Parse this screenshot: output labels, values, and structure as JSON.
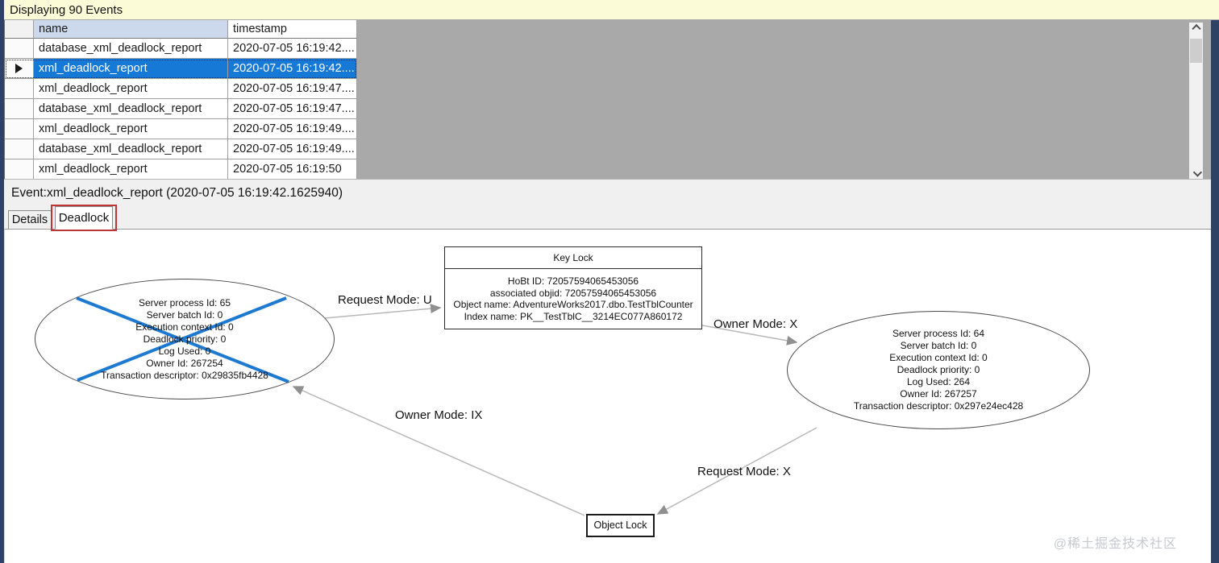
{
  "header": {
    "title": "Displaying 90 Events"
  },
  "table": {
    "columns": {
      "name": "name",
      "timestamp": "timestamp"
    },
    "rows": [
      {
        "name": "database_xml_deadlock_report",
        "timestamp": "2020-07-05 16:19:42...."
      },
      {
        "name": "xml_deadlock_report",
        "timestamp": "2020-07-05 16:19:42....",
        "selected": true
      },
      {
        "name": "xml_deadlock_report",
        "timestamp": "2020-07-05 16:19:47...."
      },
      {
        "name": "database_xml_deadlock_report",
        "timestamp": "2020-07-05 16:19:47...."
      },
      {
        "name": "xml_deadlock_report",
        "timestamp": "2020-07-05 16:19:49...."
      },
      {
        "name": "database_xml_deadlock_report",
        "timestamp": "2020-07-05 16:19:49...."
      },
      {
        "name": "xml_deadlock_report",
        "timestamp": "2020-07-05 16:19:50"
      }
    ]
  },
  "event_panel": {
    "title": "Event:xml_deadlock_report (2020-07-05 16:19:42.1625940)",
    "tabs": [
      {
        "label": "Details"
      },
      {
        "label": "Deadlock"
      }
    ]
  },
  "graph": {
    "process_left": {
      "lines": [
        "Server process Id: 65",
        "Server batch Id: 0",
        "Execution context Id: 0",
        "Deadlock priority: 0",
        "Log Used: 0",
        "Owner Id: 267254",
        "Transaction descriptor: 0x29835fb4428"
      ]
    },
    "process_right": {
      "lines": [
        "Server process Id: 64",
        "Server batch Id: 0",
        "Execution context Id: 0",
        "Deadlock priority: 0",
        "Log Used: 264",
        "Owner Id: 267257",
        "Transaction descriptor: 0x297e24ec428"
      ]
    },
    "key_lock": {
      "title": "Key Lock",
      "lines": [
        "HoBt ID: 72057594065453056",
        "associated objid: 72057594065453056",
        "Object name: AdventureWorks2017.dbo.TestTblCounter",
        "Index name: PK__TestTblC__3214EC077A860172"
      ]
    },
    "object_lock": {
      "title": "Object Lock"
    },
    "edges": [
      {
        "label": "Request Mode: U"
      },
      {
        "label": "Owner Mode: X"
      },
      {
        "label": "Owner Mode: IX"
      },
      {
        "label": "Request Mode: X"
      }
    ]
  },
  "watermark": "@稀土掘金技术社区",
  "colors": {
    "selection_blue": "#1779d6",
    "annotation_red": "#bf3434",
    "cross_blue": "#1e79d0",
    "header_blue": "#ccd9ec",
    "topbar_yellow": "#fbfbd8",
    "window_edge_navy": "#2d4265",
    "edge_gray": "#b8b8b8"
  }
}
